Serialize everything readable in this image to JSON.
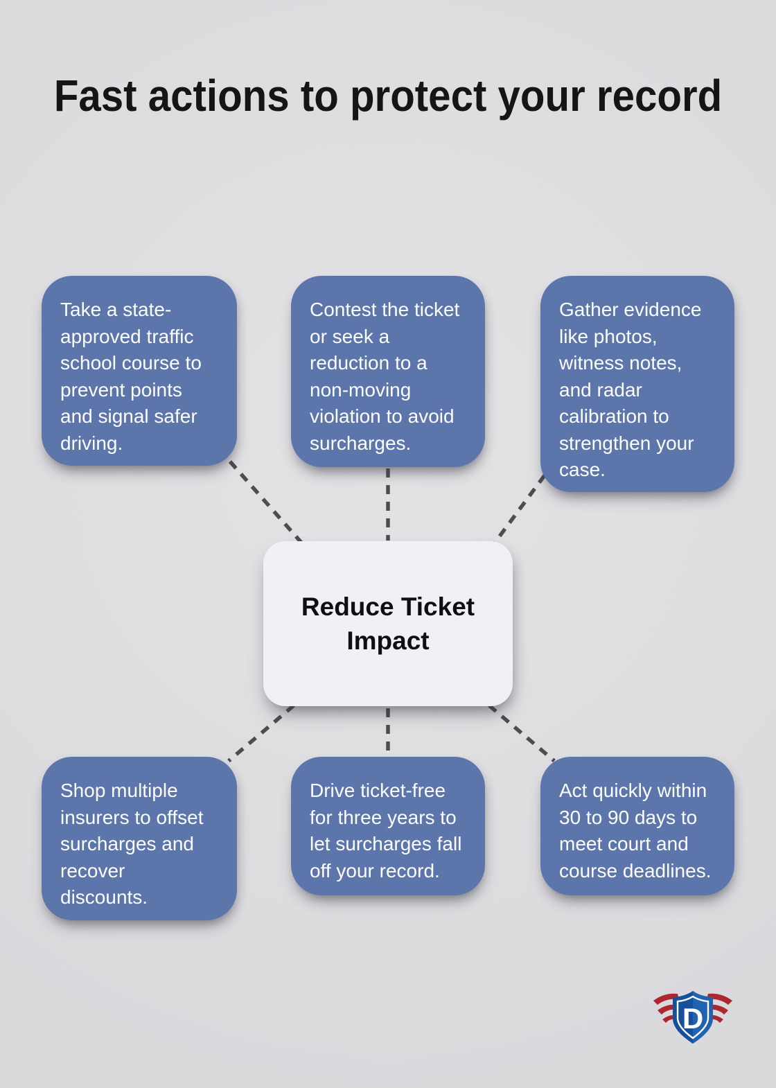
{
  "title": "Fast actions to protect your record",
  "center_node": {
    "label": "Reduce Ticket\nImpact"
  },
  "cards": [
    {
      "id": "traffic-school",
      "text": "Take a state-\napproved traffic\nschool course to\nprevent points\nand signal safer\ndriving."
    },
    {
      "id": "contest-ticket",
      "text": "Contest the ticket\nor seek a\nreduction to a\nnon-moving\nviolation to avoid\nsurcharges."
    },
    {
      "id": "gather-evidence",
      "text": "Gather evidence\nlike photos,\nwitness notes,\nand radar\ncalibration to\nstrengthen your\ncase."
    },
    {
      "id": "shop-insurers",
      "text": "Shop multiple\ninsurers to offset\nsurcharges and\nrecover\ndiscounts."
    },
    {
      "id": "drive-ticket-free",
      "text": "Drive ticket-free\nfor three years to\nlet surcharges fall\noff your record."
    },
    {
      "id": "act-quickly",
      "text": "Act quickly within\n30 to 90 days to\nmeet court and\ncourse deadlines."
    }
  ],
  "logo": {
    "letter": "D"
  },
  "colors": {
    "background": "#dcdcde",
    "card_blue": "#5c76ab",
    "card_text": "#ffffff",
    "center_fill": "#f1f1f5",
    "center_text": "#0f0f12",
    "title_text": "#151515",
    "connector": "#4d4d50",
    "logo_blue": "#1b5aa5",
    "logo_red": "#ad2731"
  }
}
